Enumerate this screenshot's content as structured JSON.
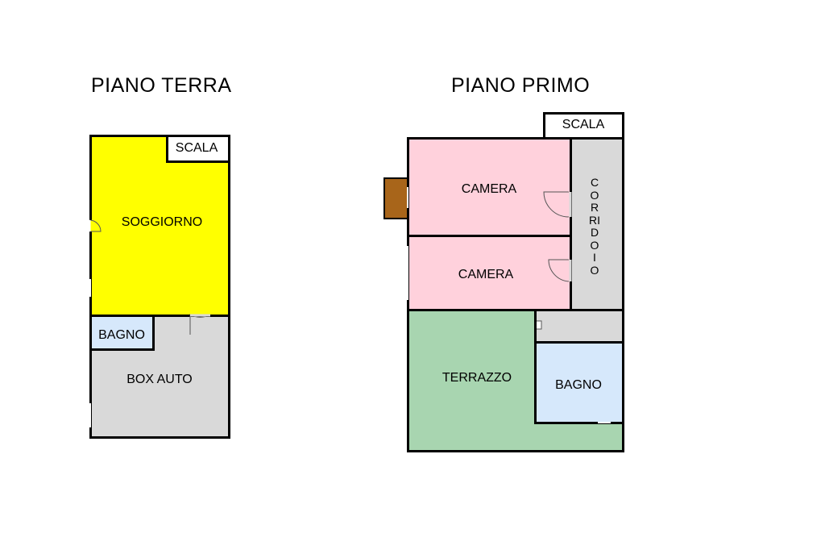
{
  "ground_floor": {
    "title": "PIANO TERRA",
    "rooms": {
      "living_room": "SOGGIORNO",
      "stairs": "SCALA",
      "bathroom": "BAGNO",
      "garage": "BOX AUTO"
    }
  },
  "first_floor": {
    "title": "PIANO PRIMO",
    "rooms": {
      "stairs": "SCALA",
      "bedroom_1": "CAMERA",
      "bedroom_2": "CAMERA",
      "corridor": "CORRIDOIO",
      "terrace": "TERRAZZO",
      "bathroom": "BAGNO"
    }
  },
  "colors": {
    "living_room": "#ffff00",
    "bedroom": "#ffd1dc",
    "corridor": "#d9d9d9",
    "terrace": "#a8d5b0",
    "bathroom": "#d6e8fb",
    "garage": "#d9d9d9",
    "chimney": "#a8651a"
  }
}
